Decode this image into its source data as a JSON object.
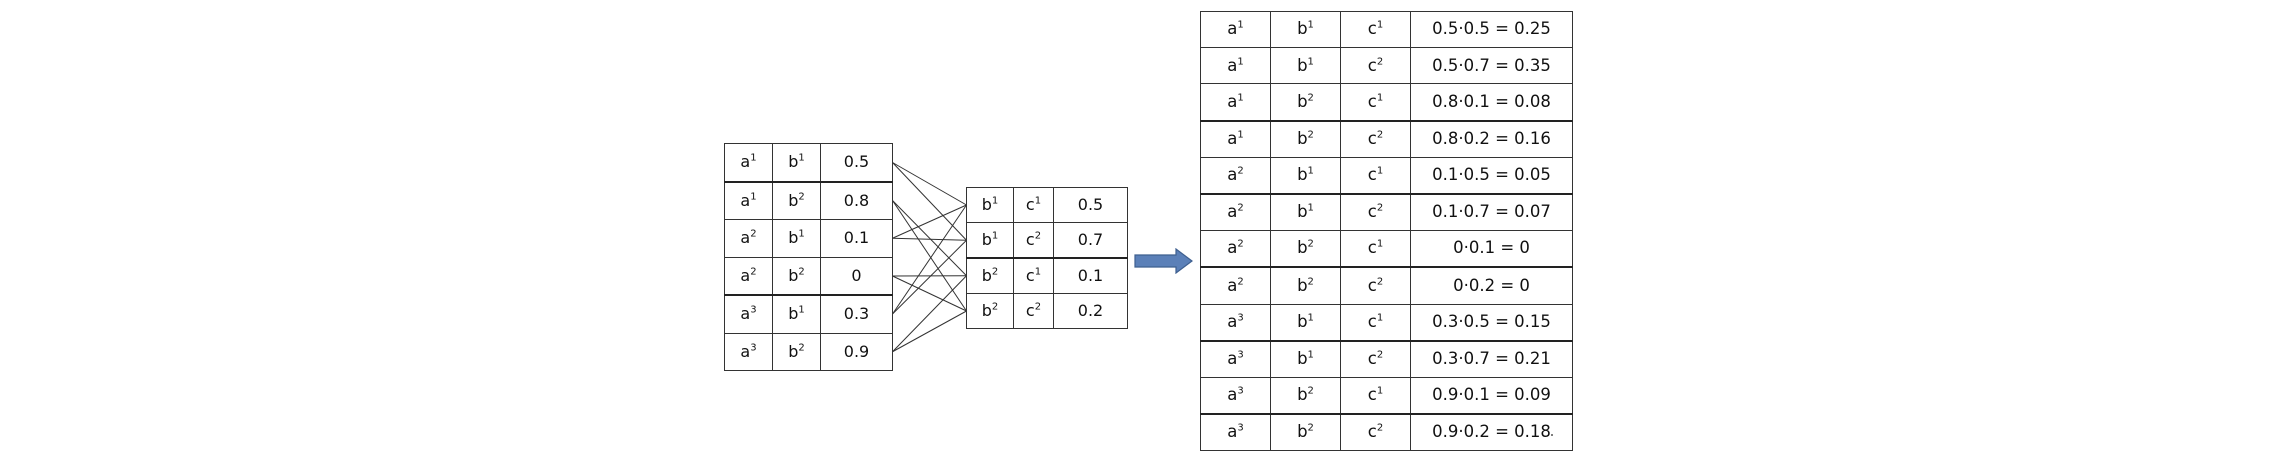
{
  "factor_ab": {
    "rows": [
      {
        "a": "a",
        "a_sup": "1",
        "b": "b",
        "b_sup": "1",
        "value": "0.5"
      },
      {
        "a": "a",
        "a_sup": "1",
        "b": "b",
        "b_sup": "2",
        "value": "0.8"
      },
      {
        "a": "a",
        "a_sup": "2",
        "b": "b",
        "b_sup": "1",
        "value": "0.1"
      },
      {
        "a": "a",
        "a_sup": "2",
        "b": "b",
        "b_sup": "2",
        "value": "0"
      },
      {
        "a": "a",
        "a_sup": "3",
        "b": "b",
        "b_sup": "1",
        "value": "0.3"
      },
      {
        "a": "a",
        "a_sup": "3",
        "b": "b",
        "b_sup": "2",
        "value": "0.9"
      }
    ]
  },
  "factor_bc": {
    "rows": [
      {
        "b": "b",
        "b_sup": "1",
        "c": "c",
        "c_sup": "1",
        "value": "0.5"
      },
      {
        "b": "b",
        "b_sup": "1",
        "c": "c",
        "c_sup": "2",
        "value": "0.7"
      },
      {
        "b": "b",
        "b_sup": "2",
        "c": "c",
        "c_sup": "1",
        "value": "0.1"
      },
      {
        "b": "b",
        "b_sup": "2",
        "c": "c",
        "c_sup": "2",
        "value": "0.2"
      }
    ]
  },
  "product": {
    "rows": [
      {
        "a": "a",
        "a_sup": "1",
        "b": "b",
        "b_sup": "1",
        "c": "c",
        "c_sup": "1",
        "expr": "0.5·0.5 = 0.25"
      },
      {
        "a": "a",
        "a_sup": "1",
        "b": "b",
        "b_sup": "1",
        "c": "c",
        "c_sup": "2",
        "expr": "0.5·0.7 = 0.35"
      },
      {
        "a": "a",
        "a_sup": "1",
        "b": "b",
        "b_sup": "2",
        "c": "c",
        "c_sup": "1",
        "expr": "0.8·0.1 = 0.08"
      },
      {
        "a": "a",
        "a_sup": "1",
        "b": "b",
        "b_sup": "2",
        "c": "c",
        "c_sup": "2",
        "expr": "0.8·0.2 = 0.16"
      },
      {
        "a": "a",
        "a_sup": "2",
        "b": "b",
        "b_sup": "1",
        "c": "c",
        "c_sup": "1",
        "expr": "0.1·0.5 = 0.05"
      },
      {
        "a": "a",
        "a_sup": "2",
        "b": "b",
        "b_sup": "1",
        "c": "c",
        "c_sup": "2",
        "expr": "0.1·0.7 = 0.07"
      },
      {
        "a": "a",
        "a_sup": "2",
        "b": "b",
        "b_sup": "2",
        "c": "c",
        "c_sup": "1",
        "expr": "0·0.1 = 0"
      },
      {
        "a": "a",
        "a_sup": "2",
        "b": "b",
        "b_sup": "2",
        "c": "c",
        "c_sup": "2",
        "expr": "0·0.2 = 0"
      },
      {
        "a": "a",
        "a_sup": "3",
        "b": "b",
        "b_sup": "1",
        "c": "c",
        "c_sup": "1",
        "expr": "0.3·0.5 = 0.15"
      },
      {
        "a": "a",
        "a_sup": "3",
        "b": "b",
        "b_sup": "1",
        "c": "c",
        "c_sup": "2",
        "expr": "0.3·0.7 = 0.21"
      },
      {
        "a": "a",
        "a_sup": "3",
        "b": "b",
        "b_sup": "2",
        "c": "c",
        "c_sup": "1",
        "expr": "0.9·0.1 = 0.09"
      },
      {
        "a": "a",
        "a_sup": "3",
        "b": "b",
        "b_sup": "2",
        "c": "c",
        "c_sup": "2",
        "expr": "0.9·0.2 = 0.18"
      }
    ]
  },
  "connections": [
    {
      "from_row": 1,
      "to_row": 1
    },
    {
      "from_row": 1,
      "to_row": 2
    },
    {
      "from_row": 2,
      "to_row": 3
    },
    {
      "from_row": 2,
      "to_row": 4
    },
    {
      "from_row": 3,
      "to_row": 1
    },
    {
      "from_row": 3,
      "to_row": 2
    },
    {
      "from_row": 4,
      "to_row": 3
    },
    {
      "from_row": 4,
      "to_row": 4
    },
    {
      "from_row": 5,
      "to_row": 1
    },
    {
      "from_row": 5,
      "to_row": 2
    },
    {
      "from_row": 6,
      "to_row": 3
    },
    {
      "from_row": 6,
      "to_row": 4
    }
  ],
  "colors": {
    "arrow_fill": "#5b80b8",
    "arrow_stroke": "#3e5f8f",
    "line": "#333333"
  },
  "icons": {
    "arrow": "right-arrow-icon"
  }
}
